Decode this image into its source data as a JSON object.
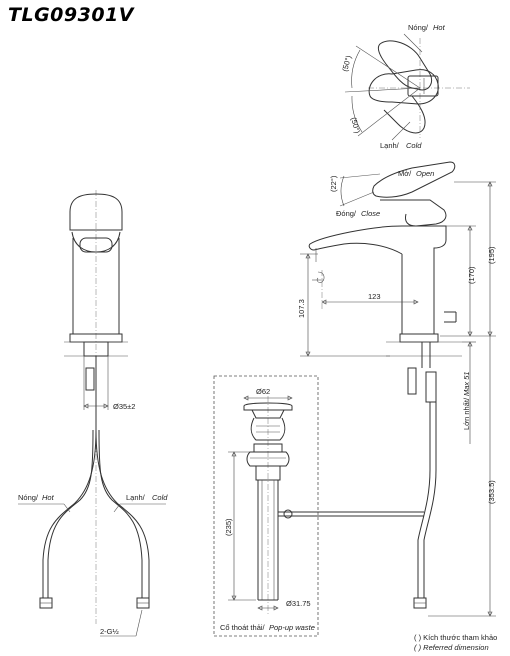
{
  "title": "TLG09301V",
  "handle": {
    "hot_label": "Nóng/",
    "hot_en": "Hot",
    "cold_label": "Lạnh/",
    "cold_en": "Cold",
    "angle_top": "(50°)",
    "angle_bottom": "(50°)"
  },
  "side": {
    "open_label": "Mở/",
    "open_en": "Open",
    "close_label": "Đóng/",
    "close_en": "Close",
    "angle": "(22°)",
    "height_107": "107.3",
    "reach_123": "123",
    "dim_170": "(170)",
    "dim_195": "(195)",
    "dim_3535": "(353.5)",
    "max_label": "Lớn nhất/",
    "max_en": "Max 51"
  },
  "front": {
    "diameter": "Ø35±2",
    "hot_label": "Nóng/",
    "hot_en": "Hot",
    "cold_label": "Lạnh/",
    "cold_en": "Cold",
    "thread": "2-G½"
  },
  "waste": {
    "top_diameter": "Ø62",
    "height": "(235)",
    "bottom_diameter": "Ø31.75",
    "label_vi": "Cổ thoát thải/",
    "label_en": "Pop-up waste"
  },
  "notes": {
    "ref_vi": "( ) Kích thước tham khảo",
    "ref_en": "( ) Referred dimension"
  }
}
